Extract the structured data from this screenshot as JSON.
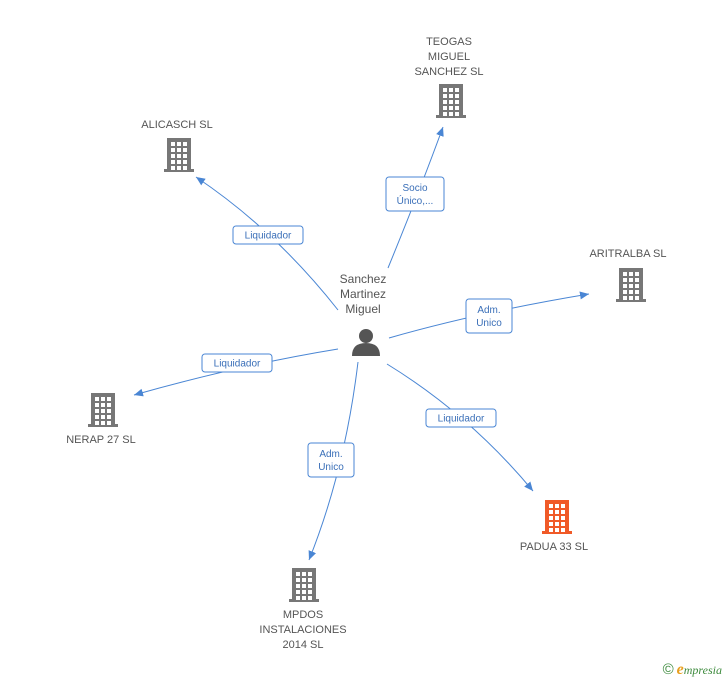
{
  "center": {
    "lines": [
      "Sanchez",
      "Martinez",
      "Miguel"
    ],
    "icon": "person-icon",
    "color": "#555555"
  },
  "colors": {
    "edge": "#4a86d4",
    "company": "#777777",
    "highlight": "#f05a28"
  },
  "nodes": [
    {
      "id": "teogas",
      "lines": [
        "TEOGAS",
        "MIGUEL",
        "SANCHEZ  SL"
      ],
      "highlight": false
    },
    {
      "id": "alicasch",
      "lines": [
        "ALICASCH SL"
      ],
      "highlight": false
    },
    {
      "id": "aritralba",
      "lines": [
        "ARITRALBA SL"
      ],
      "highlight": false
    },
    {
      "id": "nerap",
      "lines": [
        "NERAP 27 SL"
      ],
      "highlight": false
    },
    {
      "id": "padua",
      "lines": [
        "PADUA 33 SL"
      ],
      "highlight": true
    },
    {
      "id": "mpdos",
      "lines": [
        "MPDOS",
        "INSTALACIONES",
        "2014  SL"
      ],
      "highlight": false
    }
  ],
  "edges": [
    {
      "to": "teogas",
      "lines": [
        "Socio",
        "Único,..."
      ]
    },
    {
      "to": "alicasch",
      "lines": [
        "Liquidador"
      ]
    },
    {
      "to": "aritralba",
      "lines": [
        "Adm.",
        "Unico"
      ]
    },
    {
      "to": "nerap",
      "lines": [
        "Liquidador"
      ]
    },
    {
      "to": "padua",
      "lines": [
        "Liquidador"
      ]
    },
    {
      "to": "mpdos",
      "lines": [
        "Adm.",
        "Unico"
      ]
    }
  ],
  "watermark": {
    "copyright": "©",
    "brand_initial": "e",
    "brand_rest": "mpresia"
  }
}
